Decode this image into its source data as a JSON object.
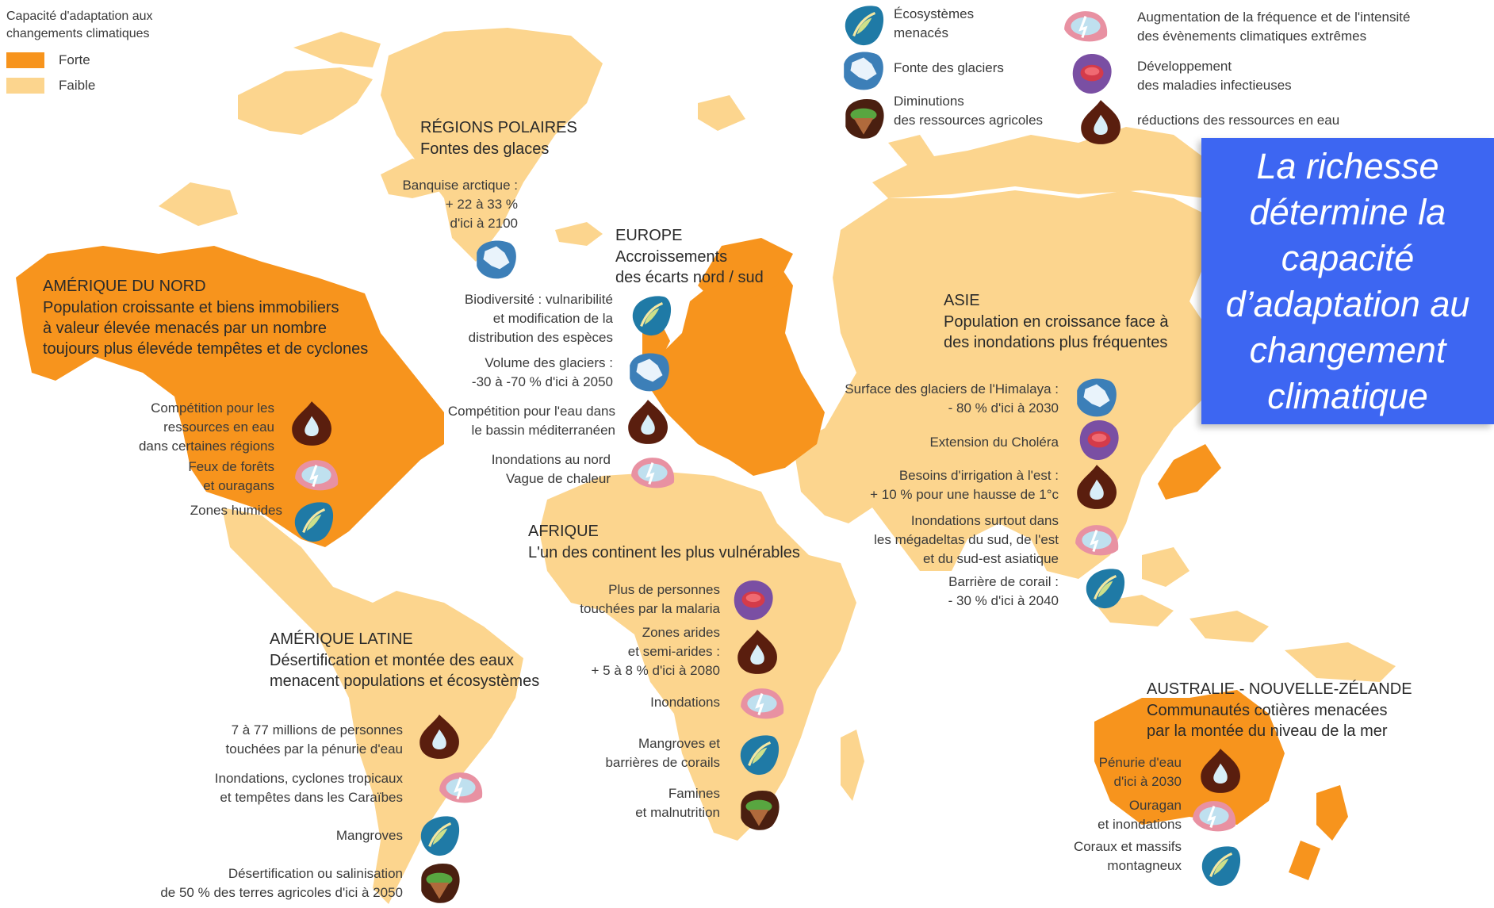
{
  "legend": {
    "title_line1": "Capacité d'adaptation aux",
    "title_line2": "changements climatiques",
    "items": [
      {
        "label": "Forte",
        "color": "#f7941d"
      },
      {
        "label": "Faible",
        "color": "#fcd58e"
      }
    ]
  },
  "icon_legend": [
    {
      "icon": "leaf-icon",
      "line1": "Écosystèmes",
      "line2": "menacés"
    },
    {
      "icon": "glacier-icon",
      "line1": "Fonte des glaciers",
      "line2": ""
    },
    {
      "icon": "agriculture-icon",
      "line1": "Diminutions",
      "line2": "des ressources agricoles"
    },
    {
      "icon": "storm-icon",
      "line1": "Augmentation de la fréquence et de l'intensité",
      "line2": "des évènements climatiques extrêmes"
    },
    {
      "icon": "disease-icon",
      "line1": "Développement",
      "line2": "des maladies infectieuses"
    },
    {
      "icon": "water-drop-icon",
      "line1": "réductions des ressources en eau",
      "line2": ""
    }
  ],
  "callout": [
    "La richesse",
    "détermine la",
    "capacité",
    "d’adaptation au",
    "changement",
    "climatique"
  ],
  "regions": {
    "polar": {
      "title": "RÉGIONS POLAIRES",
      "subtitle": "Fontes des glaces",
      "note": [
        "Banquise arctique :",
        "+ 22 à 33 %",
        "d'ici à 2100"
      ]
    },
    "north_america": {
      "title": "AMÉRIQUE DU NORD",
      "desc": [
        "Population croissante et biens immobiliers",
        "à valeur élevée menacés par un nombre",
        "toujours plus élevéde tempêtes et de cyclones"
      ],
      "items": [
        [
          "Compétition pour les",
          "ressources en eau",
          "dans certaines régions"
        ],
        [
          "Feux de forêts",
          "et ouragans"
        ],
        [
          "Zones humides"
        ]
      ]
    },
    "europe": {
      "title": "EUROPE",
      "desc": [
        "Accroissements",
        "des écarts nord / sud"
      ],
      "items": [
        [
          "Biodiversité : vulnaribilité",
          "et modification de la",
          "distribution des espèces"
        ],
        [
          "Volume des glaciers :",
          "-30 à -70 % d'ici à 2050"
        ],
        [
          "Compétition pour l'eau dans",
          "le bassin méditerranéen"
        ],
        [
          "Inondations au nord",
          "Vague de chaleur"
        ]
      ]
    },
    "asia": {
      "title": "ASIE",
      "desc": [
        "Population en croissance face à",
        "des inondations plus fréquentes"
      ],
      "items": [
        [
          "Surface des glaciers de l'Himalaya :",
          "- 80 % d'ici à 2030"
        ],
        [
          "Extension du Choléra"
        ],
        [
          "Besoins d'irrigation à l'est :",
          "+ 10 % pour une hausse de 1°c"
        ],
        [
          "Inondations surtout dans",
          "les mégadeltas du sud, de l'est",
          "et du sud-est asiatique"
        ],
        [
          "Barrière de corail :",
          "- 30 % d'ici à 2040"
        ]
      ]
    },
    "africa": {
      "title": "AFRIQUE",
      "desc": [
        "L'un des continent les plus vulnérables"
      ],
      "items": [
        [
          "Plus de personnes",
          "touchées par la malaria"
        ],
        [
          "Zones arides",
          "et semi-arides :",
          "+ 5 à 8 % d'ici à 2080"
        ],
        [
          "Inondations"
        ],
        [
          "Mangroves et",
          "barrières de corails"
        ],
        [
          "Famines",
          "et malnutrition"
        ]
      ]
    },
    "latin_america": {
      "title": "AMÉRIQUE LATINE",
      "desc": [
        "Désertification et montée des eaux",
        "menacent populations et écosystèmes"
      ],
      "items": [
        [
          "7 à 77 millions de personnes",
          "touchées par la pénurie d'eau"
        ],
        [
          "Inondations, cyclones tropicaux",
          "et tempêtes dans les Caraïbes"
        ],
        [
          "Mangroves"
        ],
        [
          "Désertification ou salinisation",
          "de 50 % des terres agricoles d'ici à 2050"
        ]
      ]
    },
    "oceania": {
      "title": "AUSTRALIE - NOUVELLE-ZÉLANDE",
      "desc": [
        "Communautés cotières menacées",
        "par la montée du niveau de la mer"
      ],
      "items": [
        [
          "Pénurie d'eau",
          "d'ici à 2030"
        ],
        [
          "Ouragan",
          "et inondations"
        ],
        [
          "Coraux et massifs",
          "montagneux"
        ]
      ]
    }
  }
}
